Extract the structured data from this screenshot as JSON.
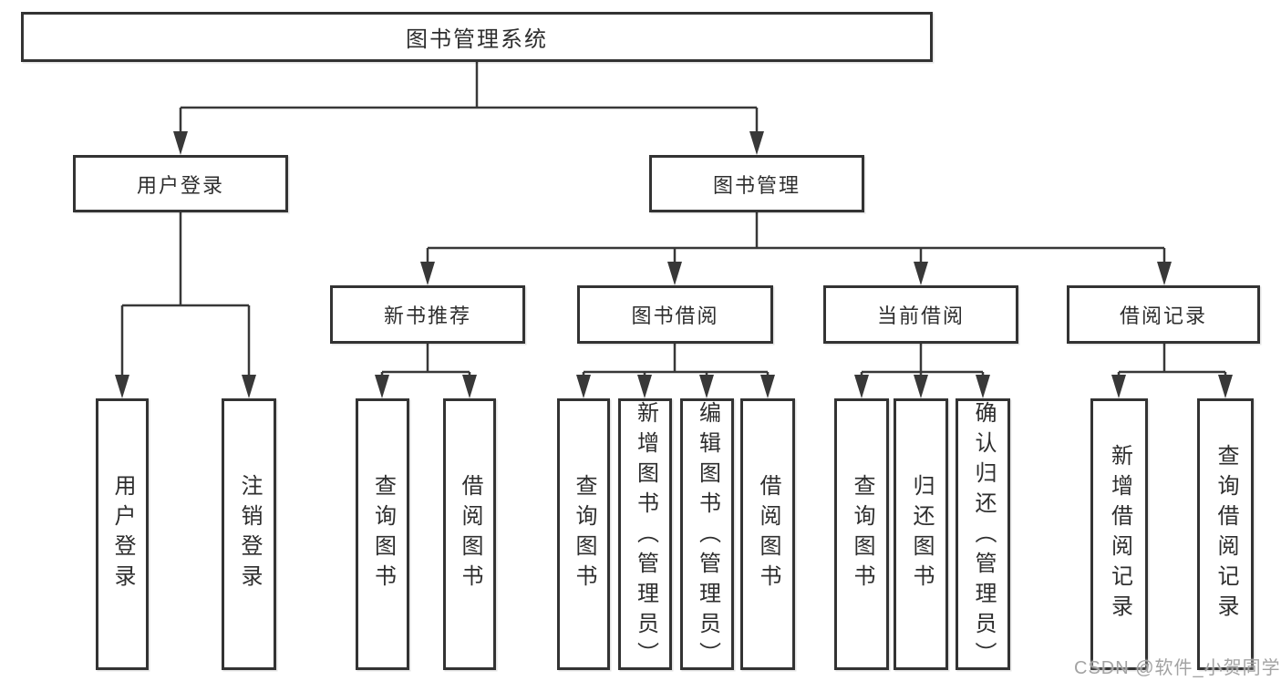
{
  "diagram": {
    "root": {
      "label": "图书管理系统"
    },
    "branches": [
      {
        "label": "用户登录",
        "children": [
          {
            "label": "用户登录"
          },
          {
            "label": "注销登录"
          }
        ]
      },
      {
        "label": "图书管理",
        "children": [
          {
            "label": "新书推荐",
            "children": [
              {
                "label": "查询图书"
              },
              {
                "label": "借阅图书"
              }
            ]
          },
          {
            "label": "图书借阅",
            "children": [
              {
                "label": "查询图书"
              },
              {
                "label": "新增图书（管理员）"
              },
              {
                "label": "编辑图书（管理员）"
              },
              {
                "label": "借阅图书"
              }
            ]
          },
          {
            "label": "当前借阅",
            "children": [
              {
                "label": "查询图书"
              },
              {
                "label": "归还图书"
              },
              {
                "label": "确认归还（管理员）"
              }
            ]
          },
          {
            "label": "借阅记录",
            "children": [
              {
                "label": "新增借阅记录"
              },
              {
                "label": "查询借阅记录"
              }
            ]
          }
        ]
      }
    ],
    "colors": {
      "line": "#383838",
      "border": "#333333",
      "text": "#2e2e2e",
      "watermark": "#a3a3a3"
    },
    "watermark": "CSDN @软件_小贺同学"
  }
}
